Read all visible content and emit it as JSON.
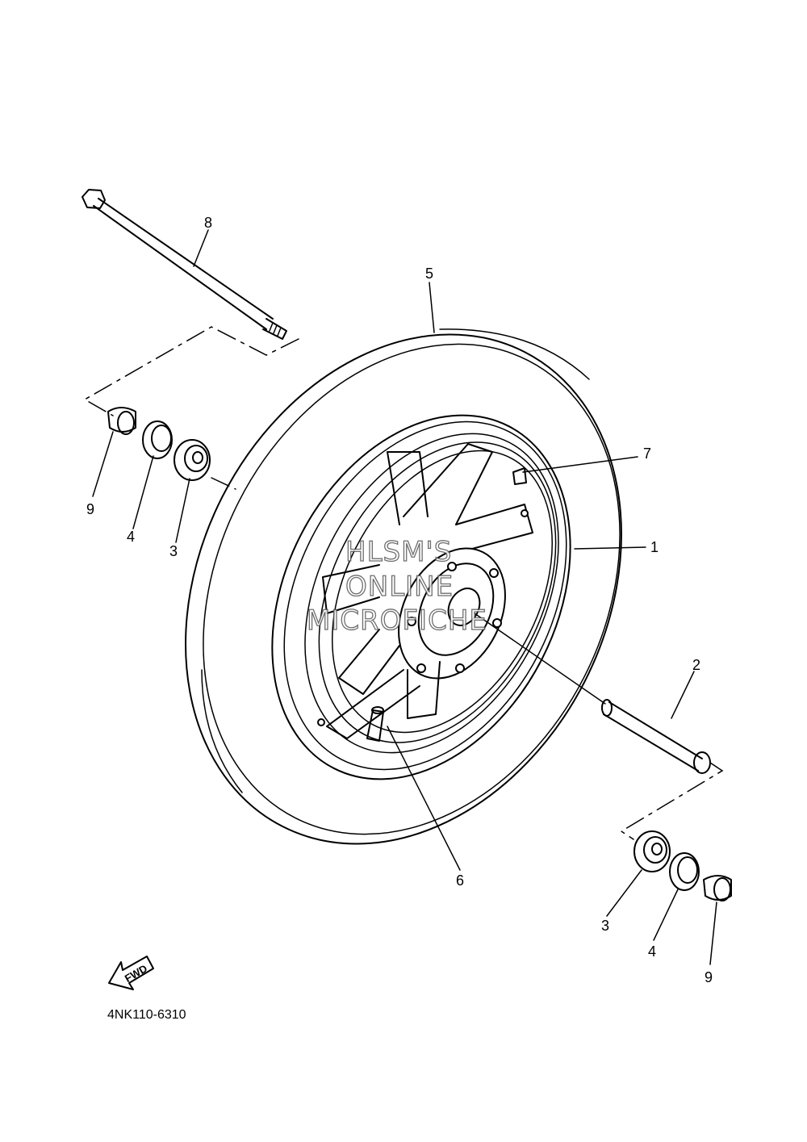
{
  "diagram": {
    "part_code": "4NK110-6310",
    "watermark": [
      "HLSM'S",
      "ONLINE",
      "MICROFICHE"
    ],
    "fwd_label": "FWD",
    "callouts": [
      {
        "id": "1",
        "label": "1"
      },
      {
        "id": "2",
        "label": "2"
      },
      {
        "id": "3-left",
        "label": "3"
      },
      {
        "id": "3-right",
        "label": "3"
      },
      {
        "id": "4-left",
        "label": "4"
      },
      {
        "id": "4-right",
        "label": "4"
      },
      {
        "id": "5",
        "label": "5"
      },
      {
        "id": "6",
        "label": "6"
      },
      {
        "id": "7",
        "label": "7"
      },
      {
        "id": "8",
        "label": "8"
      },
      {
        "id": "9-left",
        "label": "9"
      },
      {
        "id": "9-right",
        "label": "9"
      }
    ]
  }
}
